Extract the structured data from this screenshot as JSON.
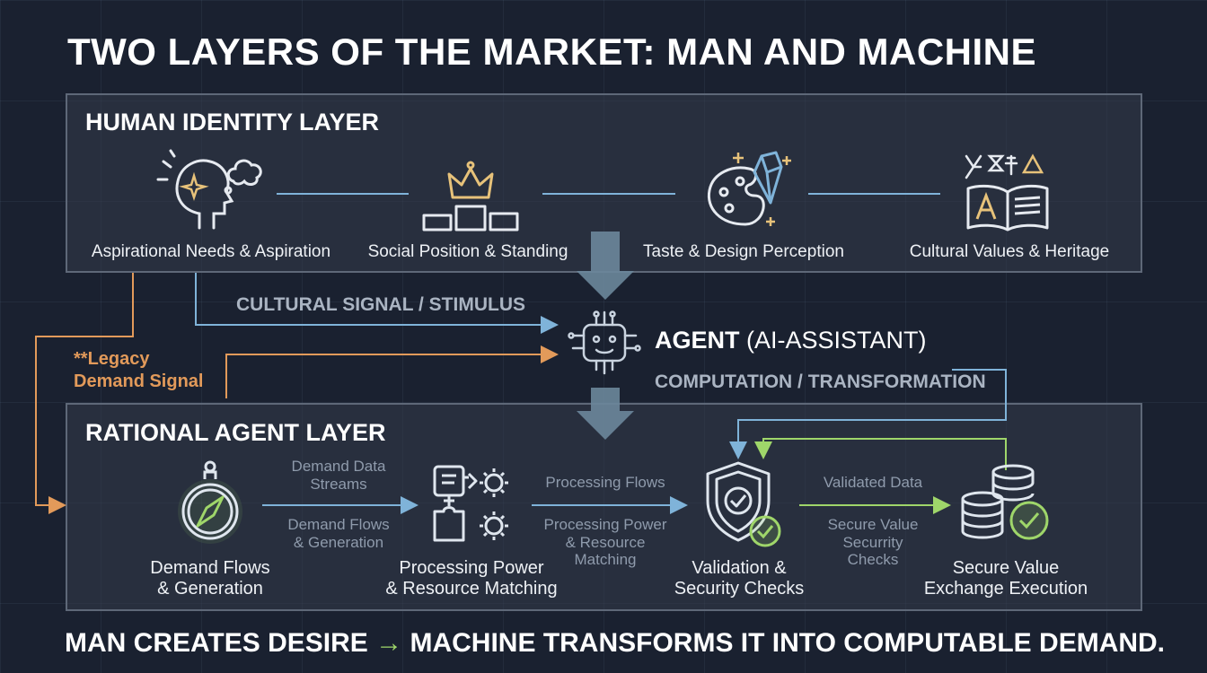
{
  "title": "TWO LAYERS OF THE MARKET: MAN AND MACHINE",
  "human_layer": {
    "title": "HUMAN IDENTITY LAYER",
    "items": [
      {
        "label": "Aspirational Needs & Aspiration",
        "icon": "head-thought-icon"
      },
      {
        "label": "Social Position & Standing",
        "icon": "crown-podium-icon"
      },
      {
        "label": "Taste & Design Perception",
        "icon": "palette-crystal-icon"
      },
      {
        "label": "Cultural Values & Heritage",
        "icon": "book-symbols-icon"
      }
    ]
  },
  "signals": {
    "cultural": "CULTURAL SIGNAL / STIMULUS",
    "legacy_line1": "**Legacy",
    "legacy_line2": "Demand Signal",
    "computation": "COMPUTATION / TRANSFORMATION"
  },
  "agent": {
    "bold": "AGENT",
    "rest": " (AI-ASSISTANT)",
    "icon": "robot-chip-icon"
  },
  "rational_layer": {
    "title": "RATIONAL AGENT LAYER",
    "nodes": [
      {
        "line1": "Demand Flows",
        "line2": "& Generation",
        "icon": "compass-icon"
      },
      {
        "line1": "Processing Power",
        "line2": "& Resource Matching",
        "icon": "puzzle-gears-icon"
      },
      {
        "line1": "Validation &",
        "line2": "Security Checks",
        "icon": "shield-check-icon"
      },
      {
        "line1": "Secure Value",
        "line2": "Exchange Execution",
        "icon": "coins-check-icon"
      }
    ],
    "flows": [
      {
        "top1": "Demand Data",
        "top2": "Streams",
        "bot1": "Demand Flows",
        "bot2": "& Generation"
      },
      {
        "top1": "Processing Flows",
        "bot1": "Processing Power",
        "bot2": "& Resource",
        "bot3": "Matching"
      },
      {
        "top1": "Validated Data",
        "bot1": "Secure Value",
        "bot2": "Securrity",
        "bot3": "Checks"
      }
    ]
  },
  "footer": {
    "left": "MAN CREATES DESIRE ",
    "arrow": "→",
    "right": " MACHINE TRANSFORMS IT INTO COMPUTABLE DEMAND."
  },
  "colors": {
    "accent_blue": "#7fb3d9",
    "accent_orange": "#e29a5a",
    "accent_green": "#9fd66a",
    "panel_border": "#5e6878"
  }
}
